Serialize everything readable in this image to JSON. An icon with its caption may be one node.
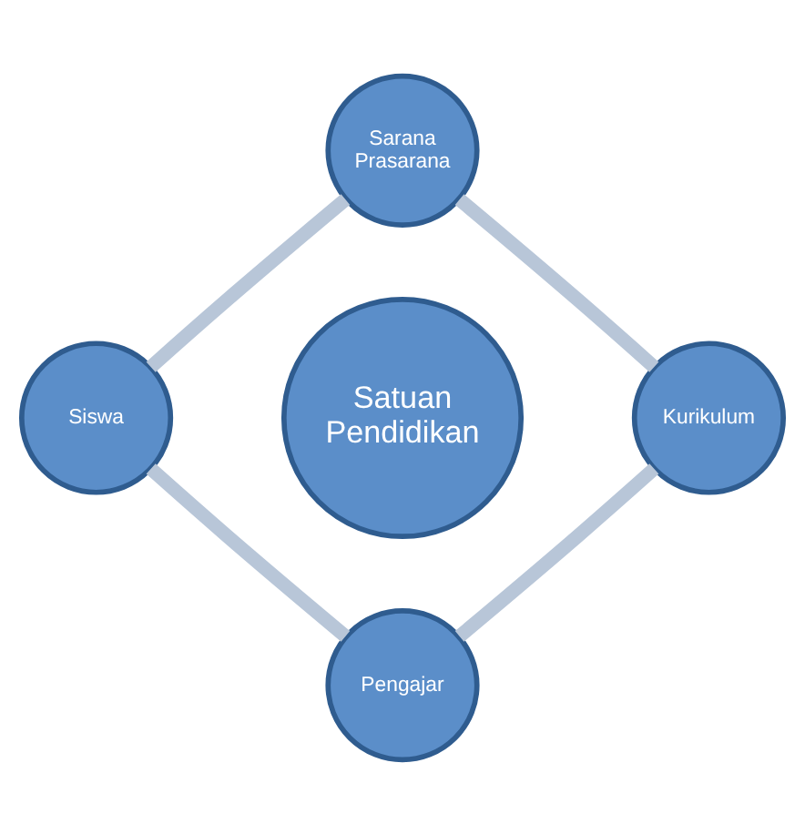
{
  "diagram": {
    "nodes": [
      {
        "text": [
          "Satuan Pendidikan"
        ]
      },
      {
        "text": [
          "Sarana Prasarana"
        ]
      },
      {
        "text": [
          "Kurikulum"
        ]
      },
      {
        "text": [
          "Pengajar"
        ]
      },
      {
        "text": [
          "Siswa"
        ]
      }
    ],
    "edges": [
      {
        "from": 1,
        "to": 2,
        "arrow": "none"
      },
      {
        "from": 2,
        "to": 3,
        "arrow": "none"
      },
      {
        "from": 3,
        "to": 4,
        "arrow": "none"
      },
      {
        "from": 4,
        "to": 1,
        "arrow": "none"
      }
    ]
  }
}
